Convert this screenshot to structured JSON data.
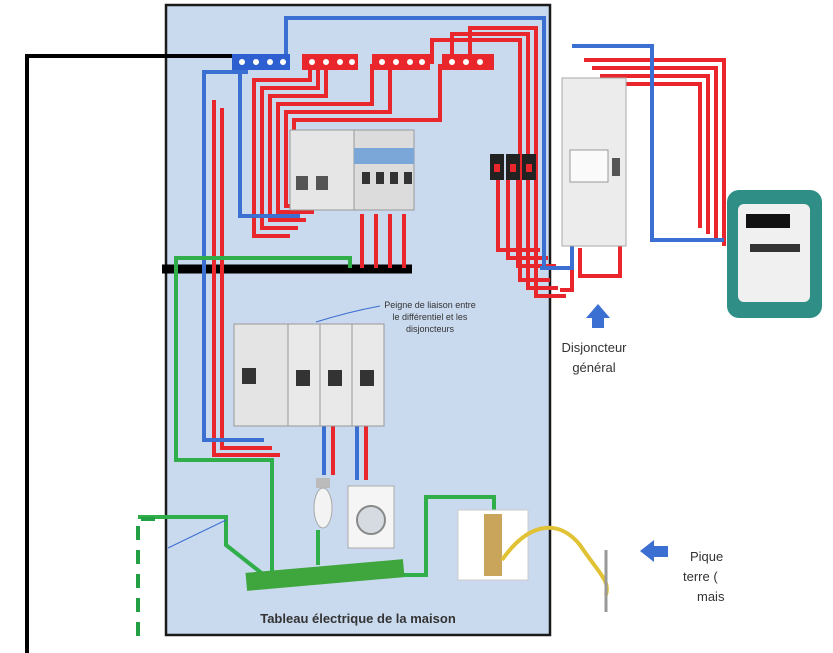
{
  "labels": {
    "comb_note_line1": "Peigne de liaison entre",
    "comb_note_line2": "le différentiel et les",
    "comb_note_line3": "disjoncteurs",
    "main_breaker_line1": "Disjoncteur",
    "main_breaker_line2": "général",
    "ground_stake_line1": "Pique",
    "ground_stake_line2": "terre (",
    "ground_stake_line3": "mais",
    "panel_title": "Tableau électrique de la maison"
  },
  "colors": {
    "panel_bg": "#c9d9ee",
    "phase": "#e8262b",
    "neutral": "#3b6fd1",
    "earth": "#2fae4a",
    "earth_dash": "#23a043",
    "external_wire": "#000000",
    "arrow": "#3b6fd1",
    "meter": "#2f8f86"
  },
  "icons": {
    "meter": "electric-meter-icon",
    "bulb": "light-bulb-icon",
    "washer": "washing-machine-icon",
    "arrow": "arrow-icon"
  }
}
